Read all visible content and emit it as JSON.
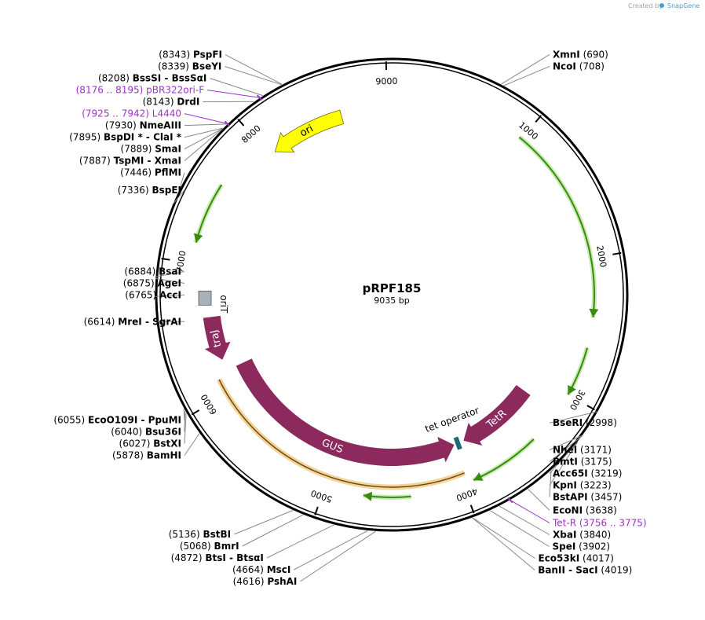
{
  "app": {
    "credit_prefix": "Created by",
    "credit_brand": "SnapGene",
    "accent": "#47a0d8"
  },
  "plasmid": {
    "name": "pRPF185",
    "size_label": "9035 bp",
    "length": 9035
  },
  "ticks": [
    "1000",
    "2000",
    "3000",
    "4000",
    "5000",
    "6000",
    "7000",
    "8000",
    "9000"
  ],
  "colors": {
    "orf": "#8c2a5e",
    "ori": "#ffff00",
    "orf_green": "#3a8a12",
    "gus_orange": "#e8a030",
    "primer": "#a030c8",
    "operator": "#1a6b7a",
    "orit": "#a8b0b8"
  },
  "features": [
    {
      "id": "ori",
      "label": "ori",
      "start": 8050,
      "end": 8640,
      "strand": -1,
      "type": "ori"
    },
    {
      "id": "GUS",
      "label": "GUS",
      "start": 3950,
      "end": 6160,
      "strand": -1,
      "type": "orf"
    },
    {
      "id": "TetR",
      "label": "TetR",
      "start": 3160,
      "end": 3860,
      "strand": 1,
      "type": "orf"
    },
    {
      "id": "traJ",
      "label": "traJ",
      "start": 6250,
      "end": 6600,
      "strand": -1,
      "type": "orf"
    },
    {
      "id": "oriT",
      "label": "oriT",
      "start": 6700,
      "end": 6800,
      "strand": 0,
      "type": "oriT"
    },
    {
      "id": "tetop",
      "label": "tet operator",
      "start": 3880,
      "end": 3950,
      "strand": 0,
      "type": "operator"
    }
  ],
  "enzymes": [
    {
      "name": "PspFI",
      "pos": "(8343)",
      "cut": 8343
    },
    {
      "name": "BseYI",
      "pos": "(8339)",
      "cut": 8339
    },
    {
      "name": "BssSI  -  BssSαI",
      "pos": "(8208)",
      "cut": 8208
    },
    {
      "name": "pBR322ori-F",
      "pos": "(8176 .. 8195)",
      "cut": 8185,
      "primer": true
    },
    {
      "name": "DrdI",
      "pos": "(8143)",
      "cut": 8143
    },
    {
      "name": "L4440",
      "pos": "(7925 .. 7942)",
      "cut": 7933,
      "primer": true
    },
    {
      "name": "NmeAIII",
      "pos": "(7930)",
      "cut": 7930
    },
    {
      "name": "BspDI *  -  ClaI *",
      "pos": "(7895)",
      "cut": 7895
    },
    {
      "name": "SmaI",
      "pos": "(7889)",
      "cut": 7889
    },
    {
      "name": "TspMI  -  XmaI",
      "pos": "(7887)",
      "cut": 7887
    },
    {
      "name": "PflMI",
      "pos": "(7446)",
      "cut": 7446
    },
    {
      "name": "BspEI",
      "pos": "(7336)",
      "cut": 7336
    },
    {
      "name": "BsaI",
      "pos": "(6884)",
      "cut": 6884
    },
    {
      "name": "AgeI",
      "pos": "(6875)",
      "cut": 6875
    },
    {
      "name": "AccI",
      "pos": "(6765)",
      "cut": 6765
    },
    {
      "name": "MreI  -  SgrAI",
      "pos": "(6614)",
      "cut": 6614
    },
    {
      "name": "EcoO109I  -  PpuMI",
      "pos": "(6055)",
      "cut": 6055
    },
    {
      "name": "Bsu36I",
      "pos": "(6040)",
      "cut": 6040
    },
    {
      "name": "BstXI",
      "pos": "(6027)",
      "cut": 6027
    },
    {
      "name": "BamHI",
      "pos": "(5878)",
      "cut": 5878
    },
    {
      "name": "BstBI",
      "pos": "(5136)",
      "cut": 5136
    },
    {
      "name": "BmrI",
      "pos": "(5068)",
      "cut": 5068
    },
    {
      "name": "BtsI  -  BtsαI",
      "pos": "(4872)",
      "cut": 4872
    },
    {
      "name": "MscI",
      "pos": "(4664)",
      "cut": 4664
    },
    {
      "name": "PshAI",
      "pos": "(4616)",
      "cut": 4616
    },
    {
      "name": "XmnI",
      "pos": "(690)",
      "cut": 690
    },
    {
      "name": "NcoI",
      "pos": "(708)",
      "cut": 708
    },
    {
      "name": "BseRI",
      "pos": "(2998)",
      "cut": 2998
    },
    {
      "name": "NheI",
      "pos": "(3171)",
      "cut": 3171
    },
    {
      "name": "BmtI",
      "pos": "(3175)",
      "cut": 3175
    },
    {
      "name": "Acc65I",
      "pos": "(3219)",
      "cut": 3219
    },
    {
      "name": "KpnI",
      "pos": "(3223)",
      "cut": 3223
    },
    {
      "name": "BstAPI",
      "pos": "(3457)",
      "cut": 3457
    },
    {
      "name": "EcoNI",
      "pos": "(3638)",
      "cut": 3638
    },
    {
      "name": "Tet-R",
      "pos": "(3756 .. 3775)",
      "cut": 3765,
      "primer": true
    },
    {
      "name": "XbaI",
      "pos": "(3840)",
      "cut": 3840
    },
    {
      "name": "SpeI",
      "pos": "(3902)",
      "cut": 3902
    },
    {
      "name": "Eco53kI",
      "pos": "(4017)",
      "cut": 4017
    },
    {
      "name": "BanII  -  SacI",
      "pos": "(4019)",
      "cut": 4019
    }
  ]
}
